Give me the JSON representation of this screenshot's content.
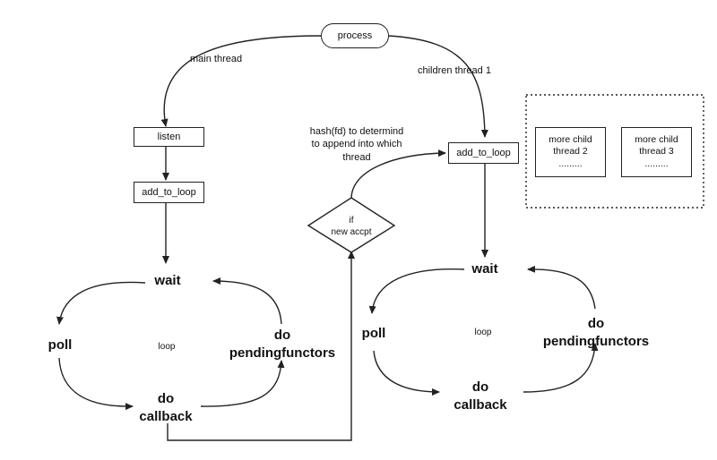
{
  "nodes": {
    "process": "process",
    "listen": "listen",
    "add_to_loop_main": "add_to_loop",
    "add_to_loop_child": "add_to_loop",
    "more_child_2": "more child\nthread 2\n.........",
    "more_child_3": "more child\nthread 3\n.........",
    "decision": "if\nnew accpt"
  },
  "edge_labels": {
    "main_thread": "main thread",
    "children_thread": "children thread 1",
    "hash_note": "hash(fd)  to determind\nto append into which\nthread"
  },
  "loop_main": {
    "wait": "wait",
    "poll": "poll",
    "center": "loop",
    "pending": "do\npendingfunctors",
    "callback": "do\ncallback"
  },
  "loop_child": {
    "wait": "wait",
    "poll": "poll",
    "center": "loop",
    "pending": "do\npendingfunctors",
    "callback": "do\ncallback"
  }
}
